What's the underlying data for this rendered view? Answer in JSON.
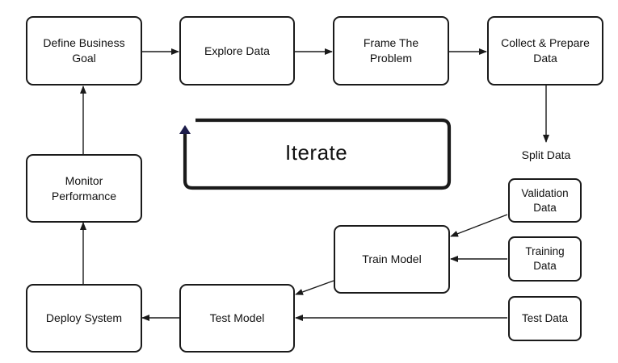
{
  "nodes": {
    "define_goal": "Define Business\nGoal",
    "explore_data": "Explore Data",
    "frame_problem": "Frame The\nProblem",
    "collect_prepare": "Collect & Prepare\nData",
    "monitor_performance": "Monitor\nPerformance",
    "validation_data": "Validation\nData",
    "training_data": "Training\nData",
    "train_model": "Train Model",
    "deploy_system": "Deploy System",
    "test_model": "Test Model",
    "test_data": "Test Data"
  },
  "labels": {
    "split_data": "Split Data",
    "iterate": "Iterate"
  },
  "colors": {
    "stroke": "#1a1a1a",
    "iterate_arrowhead": "#1c1c4a"
  }
}
